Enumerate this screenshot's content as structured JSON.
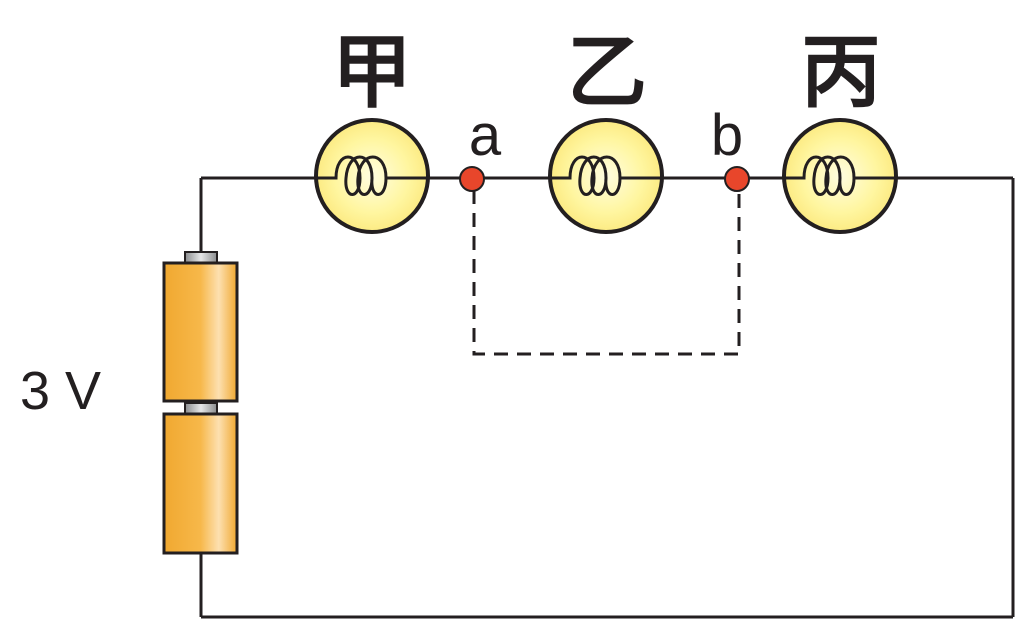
{
  "voltage_label": "3 V",
  "bulbs": [
    {
      "id": "jia",
      "label": "甲"
    },
    {
      "id": "yi",
      "label": "乙"
    },
    {
      "id": "bing",
      "label": "丙"
    }
  ],
  "points": [
    {
      "id": "a",
      "label": "a"
    },
    {
      "id": "b",
      "label": "b"
    }
  ],
  "colors": {
    "wire": "#231f20",
    "bulb_fill": "#fff59d",
    "node": "#e8462b",
    "battery_body": "#f0a830",
    "battery_cap": "#a7a9ac"
  }
}
